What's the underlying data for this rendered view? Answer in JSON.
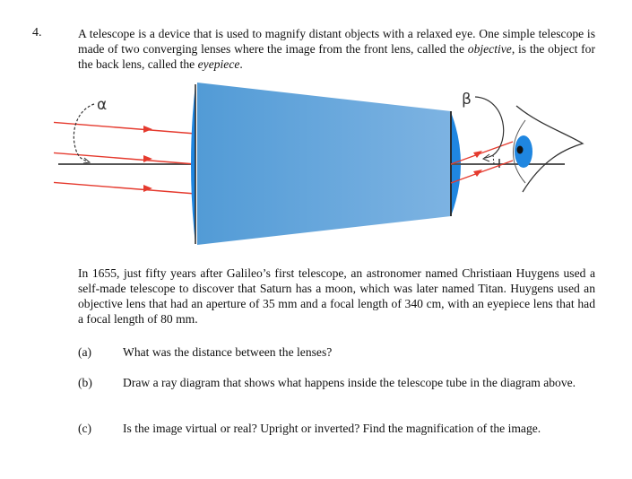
{
  "question": {
    "number": "4.",
    "intro_part1": "A telescope is a device that is used to magnify distant objects with a relaxed eye. One simple telescope is made of two converging lenses where the image from the front lens, called the ",
    "intro_term1": "objective",
    "intro_part2": ", is the object for the back lens, called the ",
    "intro_term2": "eyepiece",
    "intro_part3": ".",
    "diagram": {
      "label_alpha": "α",
      "label_beta": "β",
      "colors": {
        "tube": "#5a9fd8",
        "lens": "#1f86e0",
        "ray": "#e53a2e",
        "axis": "#555555",
        "iris": "#1f86e0"
      }
    },
    "paragraph": "In 1655, just fifty years after Galileo’s first telescope, an astronomer named Christiaan Huygens used a self-made telescope to discover that Saturn has a moon, which was later named Titan. Huygens used an objective lens that had an aperture of 35 mm and a focal length of 340 cm, with an eyepiece lens that had a focal length of 80 mm.",
    "parts": [
      {
        "label": "(a)",
        "text": "What was the distance between the lenses?"
      },
      {
        "label": "(b)",
        "text": "Draw a ray diagram that shows what happens inside the telescope tube in the diagram above."
      },
      {
        "label": "(c)",
        "text": "Is the image virtual or real?  Upright or inverted?  Find the magnification of the image."
      }
    ]
  }
}
